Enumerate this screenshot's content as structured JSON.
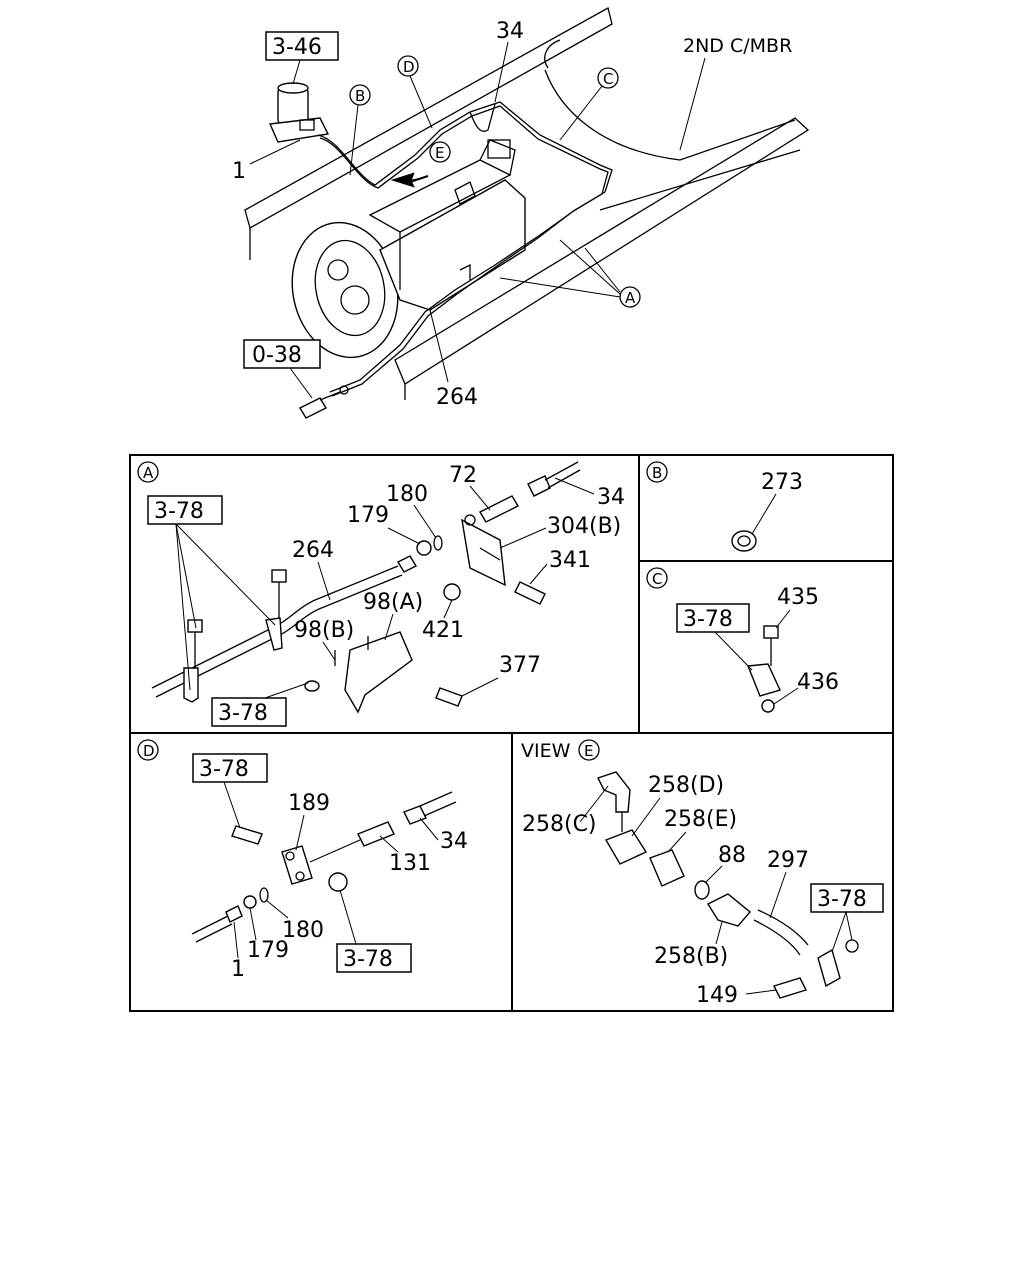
{
  "overview": {
    "frame_label": "2ND C/MBR",
    "refs": {
      "ref_3_46": "3-46",
      "ref_0_38": "0-38"
    },
    "callouts": {
      "b": "B",
      "d": "D",
      "c": "C",
      "e": "E",
      "a": "A"
    },
    "parts": {
      "p34": "34",
      "p1": "1",
      "p264": "264"
    }
  },
  "panel_a": {
    "marker": "A",
    "refs": {
      "r1": "3-78",
      "r2": "3-78"
    },
    "parts": {
      "p72": "72",
      "p34": "34",
      "p180": "180",
      "p179": "179",
      "p304b": "304(B)",
      "p341": "341",
      "p264": "264",
      "p98a": "98(A)",
      "p421": "421",
      "p98b": "98(B)",
      "p377": "377"
    }
  },
  "panel_b": {
    "marker": "B",
    "parts": {
      "p273": "273"
    }
  },
  "panel_c": {
    "marker": "C",
    "refs": {
      "r1": "3-78"
    },
    "parts": {
      "p435": "435",
      "p436": "436"
    }
  },
  "panel_d": {
    "marker": "D",
    "refs": {
      "r1": "3-78",
      "r2": "3-78"
    },
    "parts": {
      "p189": "189",
      "p34": "34",
      "p131": "131",
      "p180": "180",
      "p179": "179",
      "p1": "1"
    }
  },
  "panel_e": {
    "view_label": "VIEW",
    "marker": "E",
    "refs": {
      "r1": "3-78"
    },
    "parts": {
      "p258d": "258(D)",
      "p258c": "258(C)",
      "p258e": "258(E)",
      "p88": "88",
      "p297": "297",
      "p258b": "258(B)",
      "p149": "149"
    }
  }
}
